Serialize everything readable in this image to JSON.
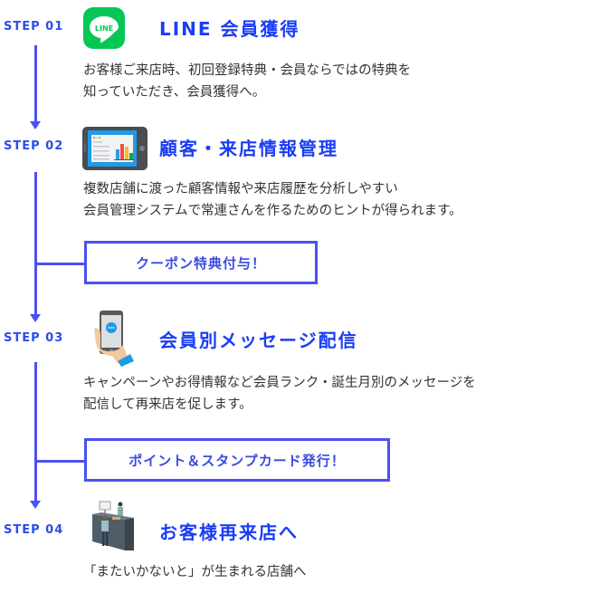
{
  "steps": [
    {
      "label": "STEP 01",
      "icon": "line-app-icon",
      "title": "LINE 会員獲得",
      "desc_lines": [
        "お客様ご来店時、初回登録特典・会員ならではの特典を",
        "知っていただき、会員獲得へ。"
      ]
    },
    {
      "label": "STEP 02",
      "icon": "tablet-chart-icon",
      "title": "顧客・来店情報管理",
      "desc_lines": [
        "複数店舗に渡った顧客情報や来店履歴を分析しやすい",
        "会員管理システムで常連さんを作るためのヒントが得られます。"
      ],
      "callout": "クーポン特典付与！"
    },
    {
      "label": "STEP 03",
      "icon": "hand-smartphone-icon",
      "title": "会員別メッセージ配信",
      "desc_lines": [
        "キャンペーンやお得情報など会員ランク・誕生月別のメッセージを",
        "配信して再来店を促します。"
      ],
      "callout": "ポイント＆スタンプカード発行！"
    },
    {
      "label": "STEP 04",
      "icon": "store-counter-icon",
      "title": "お客様再来店へ",
      "desc_lines": [
        "「またいかないと」が生まれる店舗へ"
      ]
    }
  ],
  "line_icon_text": "LINE",
  "colors": {
    "accent_line": "#4b50f2",
    "title": "#1a3df5",
    "step_label": "#2b4ee8",
    "line_green": "#06c755"
  }
}
